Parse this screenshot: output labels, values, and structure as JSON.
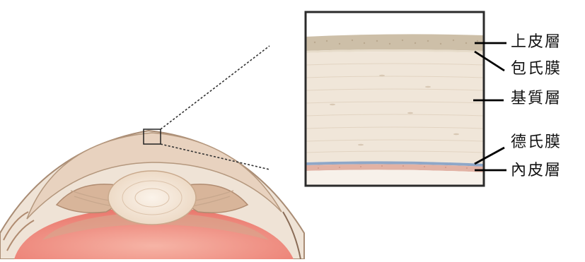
{
  "diagram": {
    "labels": {
      "epithelium": "上皮層",
      "bowman_membrane": "包氏膜",
      "stroma": "基質層",
      "descemet_membrane": "德氏膜",
      "endothelium": "內皮層"
    },
    "colors": {
      "cornea": "#e8d2bf",
      "cornea_outline": "#b4977d",
      "sclera": "#efe3d6",
      "retina_red": "#f08a80",
      "iris_brown": "#d8b59a",
      "lens": "#f4e6d6",
      "epithelium": "#cdbfa8",
      "stroma": "#f0e6d9",
      "descemet_blue": "#8ea7c8",
      "endothelium_pink": "#e2b2a4",
      "box_border": "#2b2b2b"
    }
  }
}
